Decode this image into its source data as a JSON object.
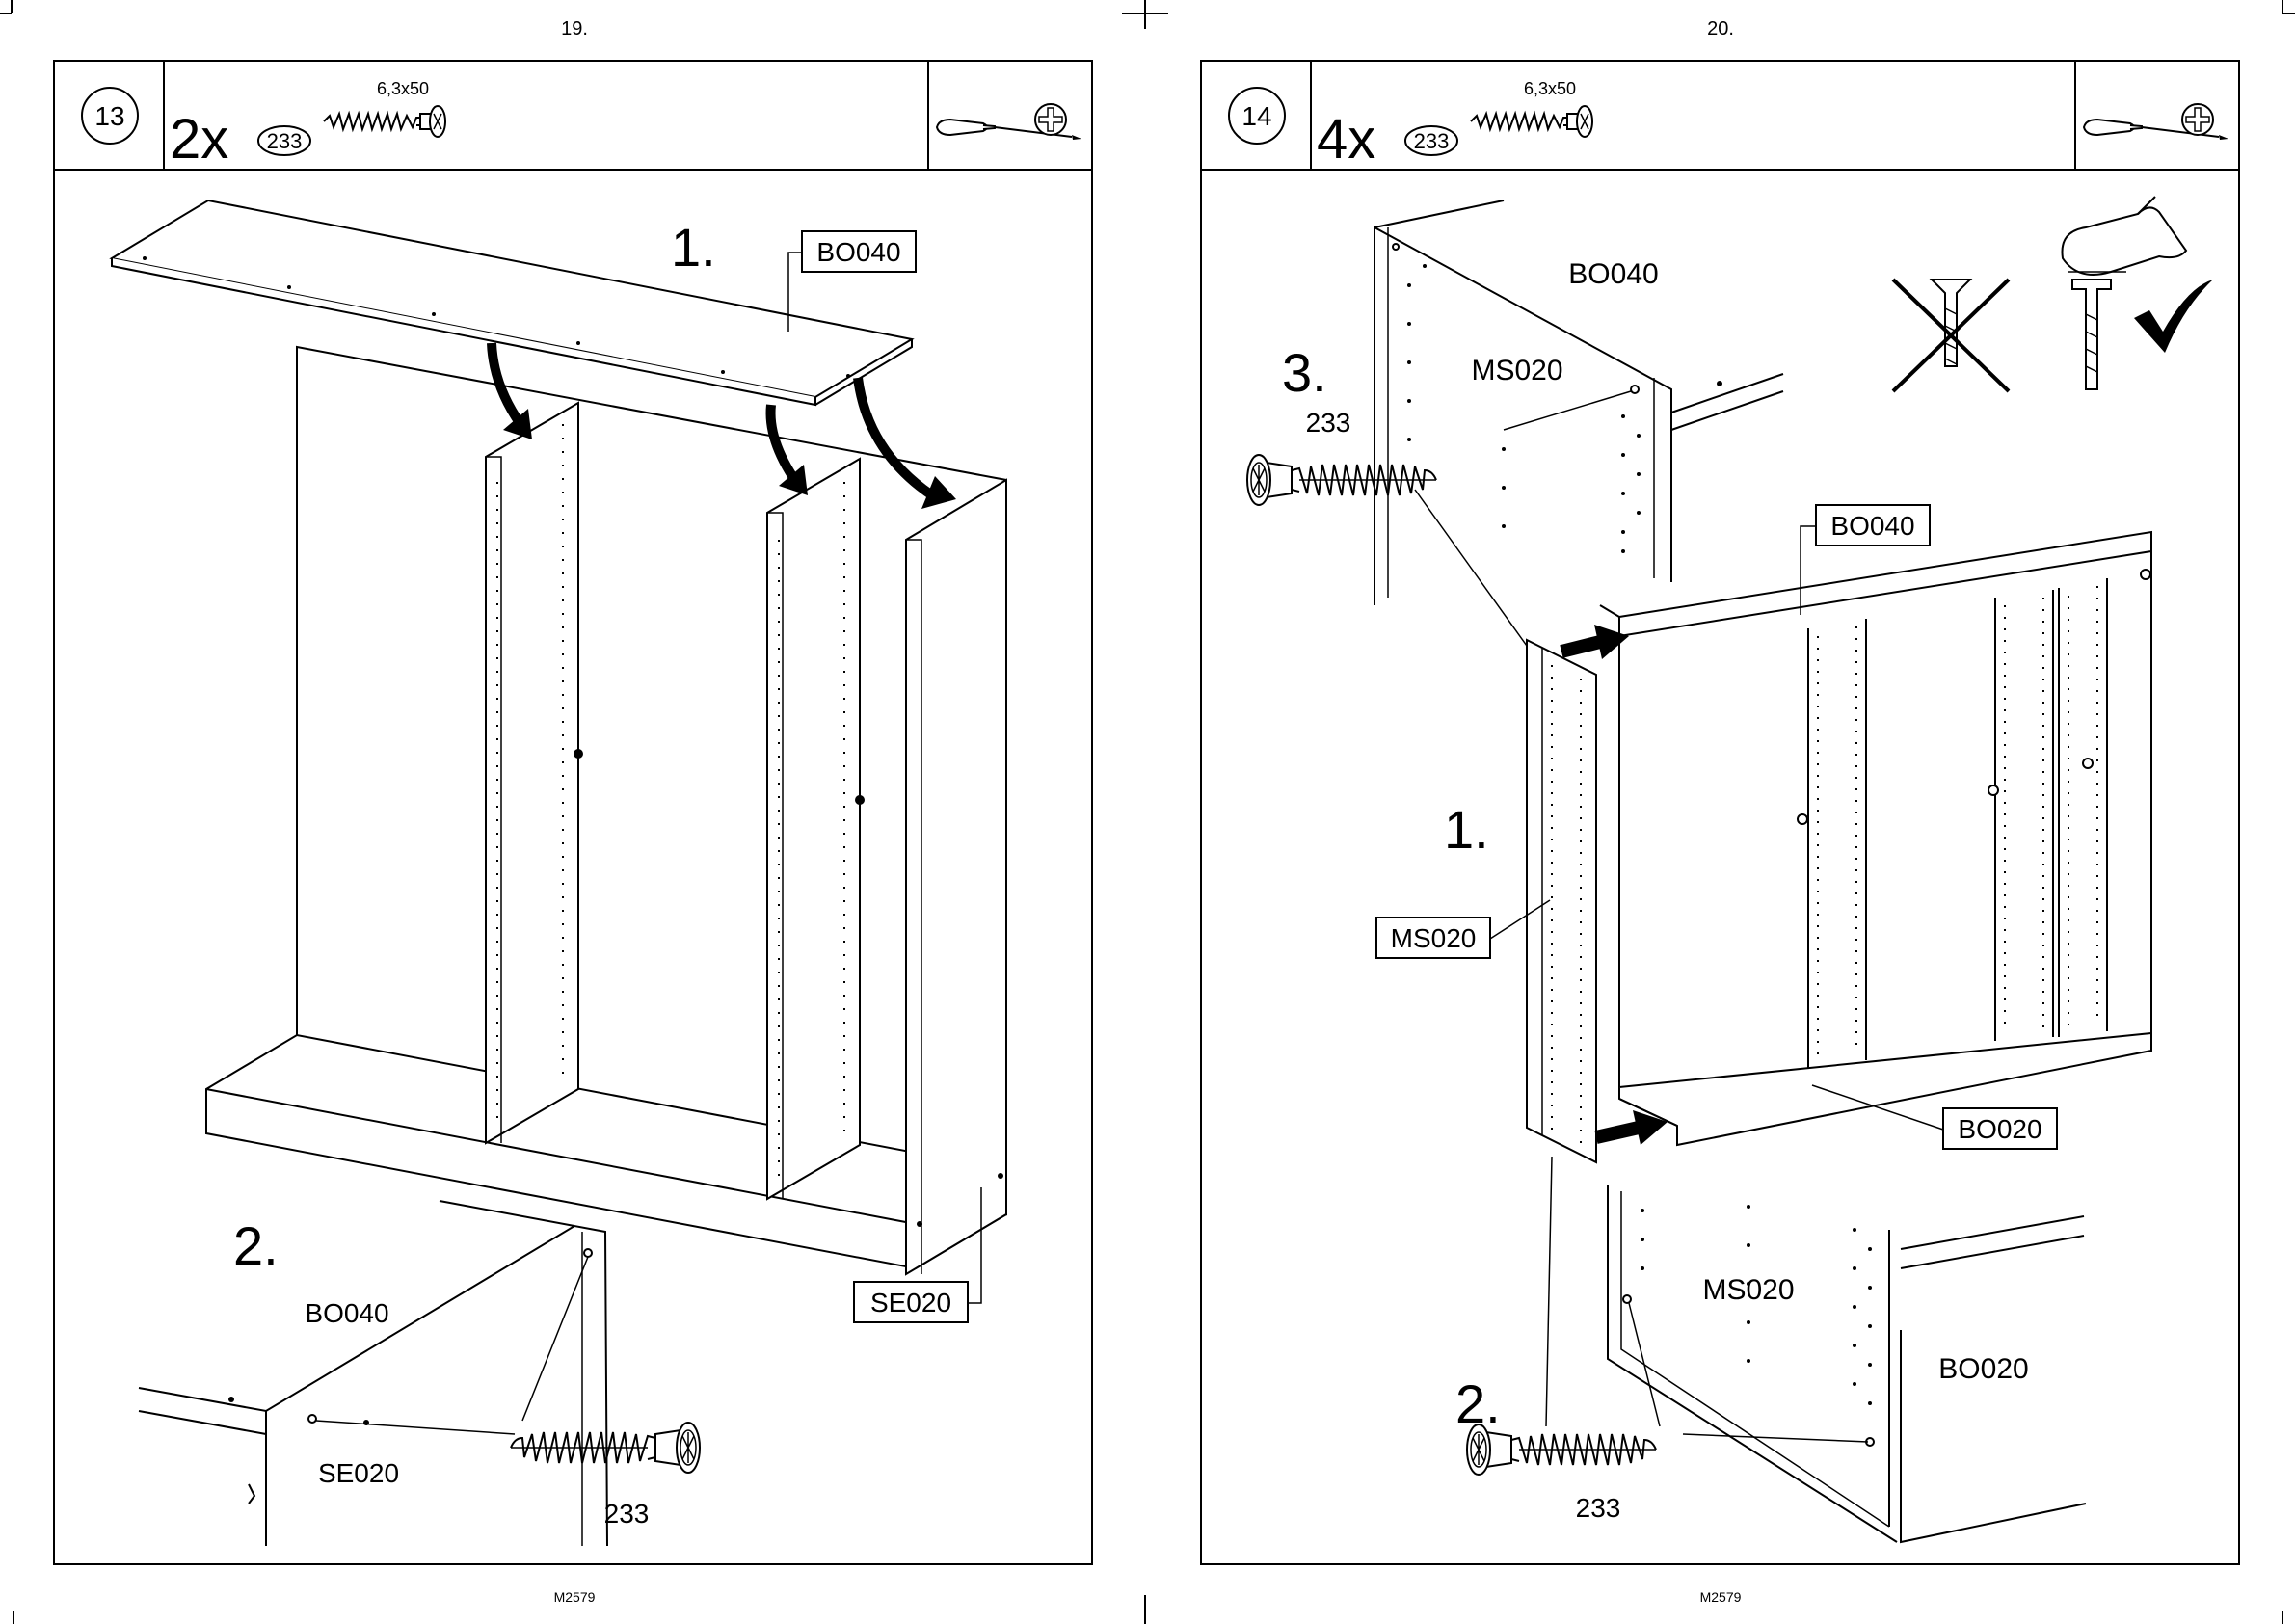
{
  "pages": [
    {
      "page_number": "19.",
      "footer_code": "M2579",
      "step": {
        "number": "13",
        "quantity": "2x",
        "part_id": "233",
        "screw_size": "6,3x50",
        "tool_icon": "phillips-screwdriver-icon"
      },
      "callouts": {
        "sub1": "1.",
        "sub2": "2.",
        "top_panel_label": "BO040",
        "side_panel_label": "SE020",
        "detail_top_label": "BO040",
        "detail_side_label": "SE020",
        "detail_screw_label": "233"
      }
    },
    {
      "page_number": "20.",
      "footer_code": "M2579",
      "step": {
        "number": "14",
        "quantity": "4x",
        "part_id": "233",
        "screw_size": "6,3x50",
        "tool_icon": "phillips-screwdriver-icon"
      },
      "callouts": {
        "sub1": "1.",
        "sub2": "2.",
        "sub3": "3.",
        "detail3_top_label": "BO040",
        "detail3_mid_label": "MS020",
        "detail3_screw_label": "233",
        "top_panel_label": "BO040",
        "middle_panel_label": "MS020",
        "bottom_panel_label": "BO020",
        "detail2_mid_label": "MS020",
        "detail2_bottom_label": "BO020",
        "detail2_screw_label": "233"
      },
      "icons": [
        "wrong-screw-countersunk-icon",
        "correct-screw-flush-icon",
        "checkmark-icon",
        "finger-press-icon"
      ]
    }
  ]
}
